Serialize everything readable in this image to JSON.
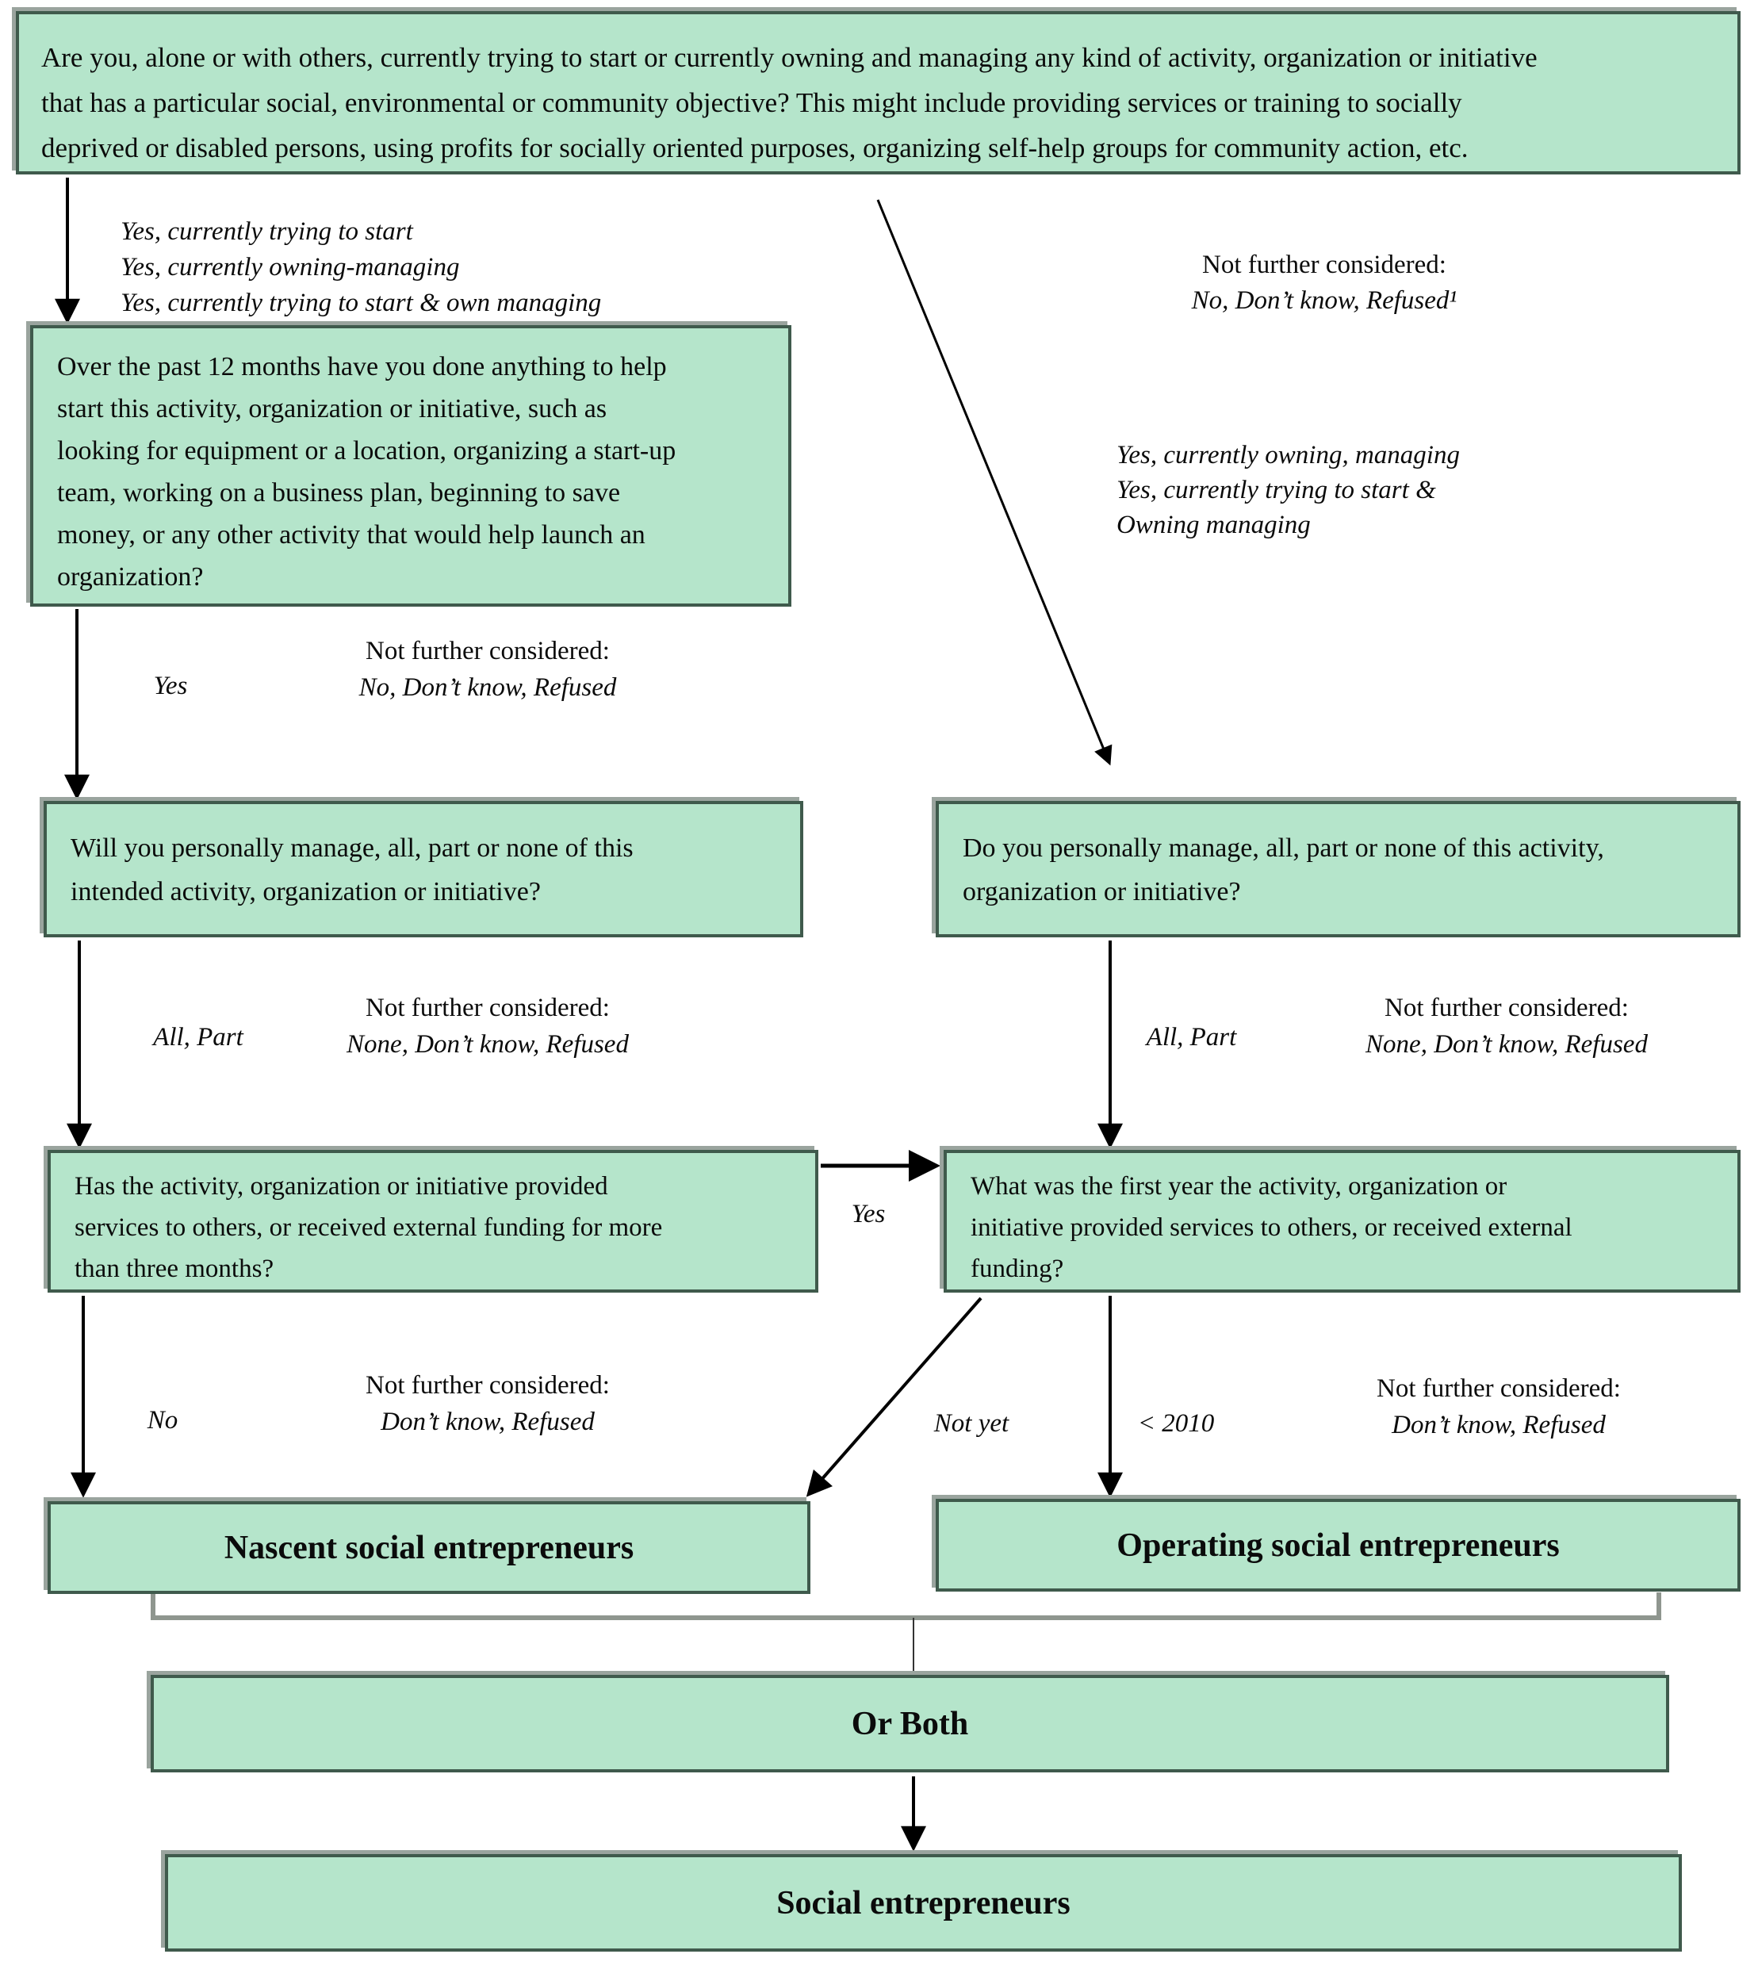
{
  "figure": {
    "type": "flowchart",
    "topic": "Survey routing for identifying nascent, operating and social entrepreneurs"
  },
  "colors": {
    "box_fill": "#b5e5cb",
    "box_border": "#3f5a4c",
    "box_edge": "#9aa49e",
    "arrow": "#000000",
    "bracket": "#8f968f",
    "ink": "#0b0b0b"
  },
  "boxes": {
    "q_screening": {
      "lines": [
        "Are you, alone or with others, currently trying to start or currently owning and managing any kind of activity, organization or initiative",
        "that has a particular social, environmental or community objective? This might include providing services or training to socially",
        "deprived or disabled persons, using profits for socially oriented purposes, organizing self-help groups for community action, etc."
      ]
    },
    "q_past12": {
      "lines": [
        "Over the past 12 months have you done anything to help",
        "start this activity, organization or initiative, such as",
        "looking for equipment or a location, organizing a start-up",
        "team, working on a business plan, beginning to save",
        "money, or any other activity that would help launch an",
        "organization?"
      ]
    },
    "q_manage_will": {
      "lines": [
        "Will you personally manage, all, part or none of this",
        "intended activity, organization or initiative?"
      ]
    },
    "q_manage_do": {
      "lines": [
        "Do you personally manage, all, part or none of this activity,",
        "organization or initiative?"
      ]
    },
    "q_provided": {
      "lines": [
        "Has the activity, organization or initiative provided",
        "services to others, or received external funding for more",
        "than three months?"
      ]
    },
    "q_first_year": {
      "lines": [
        "What was the first year the activity, organization or",
        "initiative provided services to others, or received external",
        "funding?"
      ]
    },
    "nascent": {
      "label": "Nascent social entrepreneurs"
    },
    "operating": {
      "label": "Operating social entrepreneurs"
    },
    "or_both": {
      "label": "Or Both"
    },
    "social": {
      "label": "Social entrepreneurs"
    }
  },
  "labels": {
    "start_options": {
      "lines": [
        "Yes, currently trying to start",
        "Yes, currently owning-managing",
        "Yes, currently trying to start & own managing"
      ]
    },
    "nfc_screening": {
      "title": "Not further considered:",
      "options": "No, Don’t know, Refused¹"
    },
    "owning_options": {
      "lines": [
        "Yes, currently owning, managing",
        "Yes, currently trying to start &",
        "Owning managing"
      ]
    },
    "yes_past12": "Yes",
    "nfc_past12": {
      "title": "Not further considered:",
      "options": "No, Don’t know, Refused"
    },
    "all_part_left": "All, Part",
    "nfc_manage_left": {
      "title": "Not further considered:",
      "options": "None, Don’t know, Refused"
    },
    "all_part_right": "All, Part",
    "nfc_manage_right": {
      "title": "Not further considered:",
      "options": "None, Don’t know, Refused"
    },
    "yes_provided": "Yes",
    "no_provided": "No",
    "nfc_provided": {
      "title": "Not further considered:",
      "options": "Don’t know, Refused"
    },
    "not_yet": "Not yet",
    "before_2010": "< 2010",
    "nfc_first_year": {
      "title": "Not further considered:",
      "options": "Don’t know, Refused"
    }
  }
}
